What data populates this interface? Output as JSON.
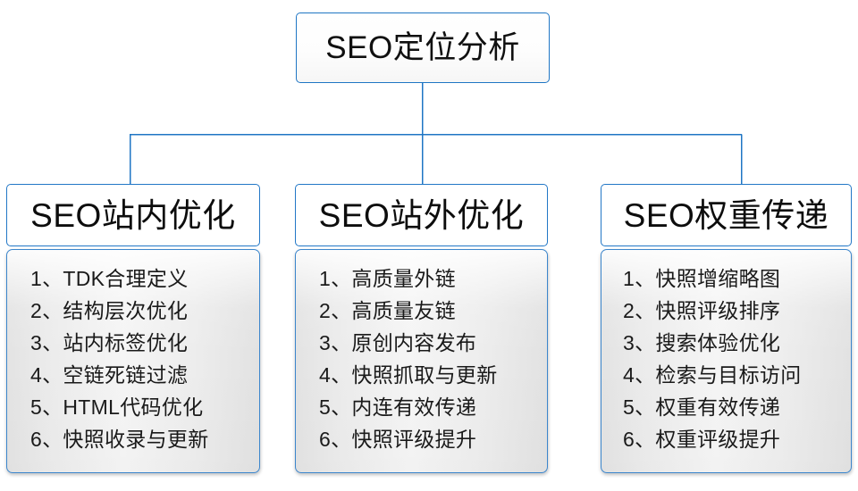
{
  "diagram": {
    "title": "SEO定位分析",
    "root": {
      "label": "SEO定位分析"
    },
    "colors": {
      "node_border": "#1f76c4",
      "connector": "#1f76c4",
      "header_fill": "#ffffff",
      "body_fill": "#ededed",
      "text": "#101010"
    },
    "branches": [
      {
        "header": "SEO站内优化",
        "items": [
          "1、TDK合理定义",
          "2、结构层次优化",
          "3、站内标签优化",
          "4、空链死链过滤",
          "5、HTML代码优化",
          "6、快照收录与更新"
        ]
      },
      {
        "header": "SEO站外优化",
        "items": [
          "1、高质量外链",
          "2、高质量友链",
          "3、原创内容发布",
          "4、快照抓取与更新",
          "5、内连有效传递",
          "6、快照评级提升"
        ]
      },
      {
        "header": "SEO权重传递",
        "items": [
          "1、快照增缩略图",
          "2、快照评级排序",
          "3、搜索体验优化",
          "4、检索与目标访问",
          "5、权重有效传递",
          "6、权重评级提升"
        ]
      }
    ]
  }
}
